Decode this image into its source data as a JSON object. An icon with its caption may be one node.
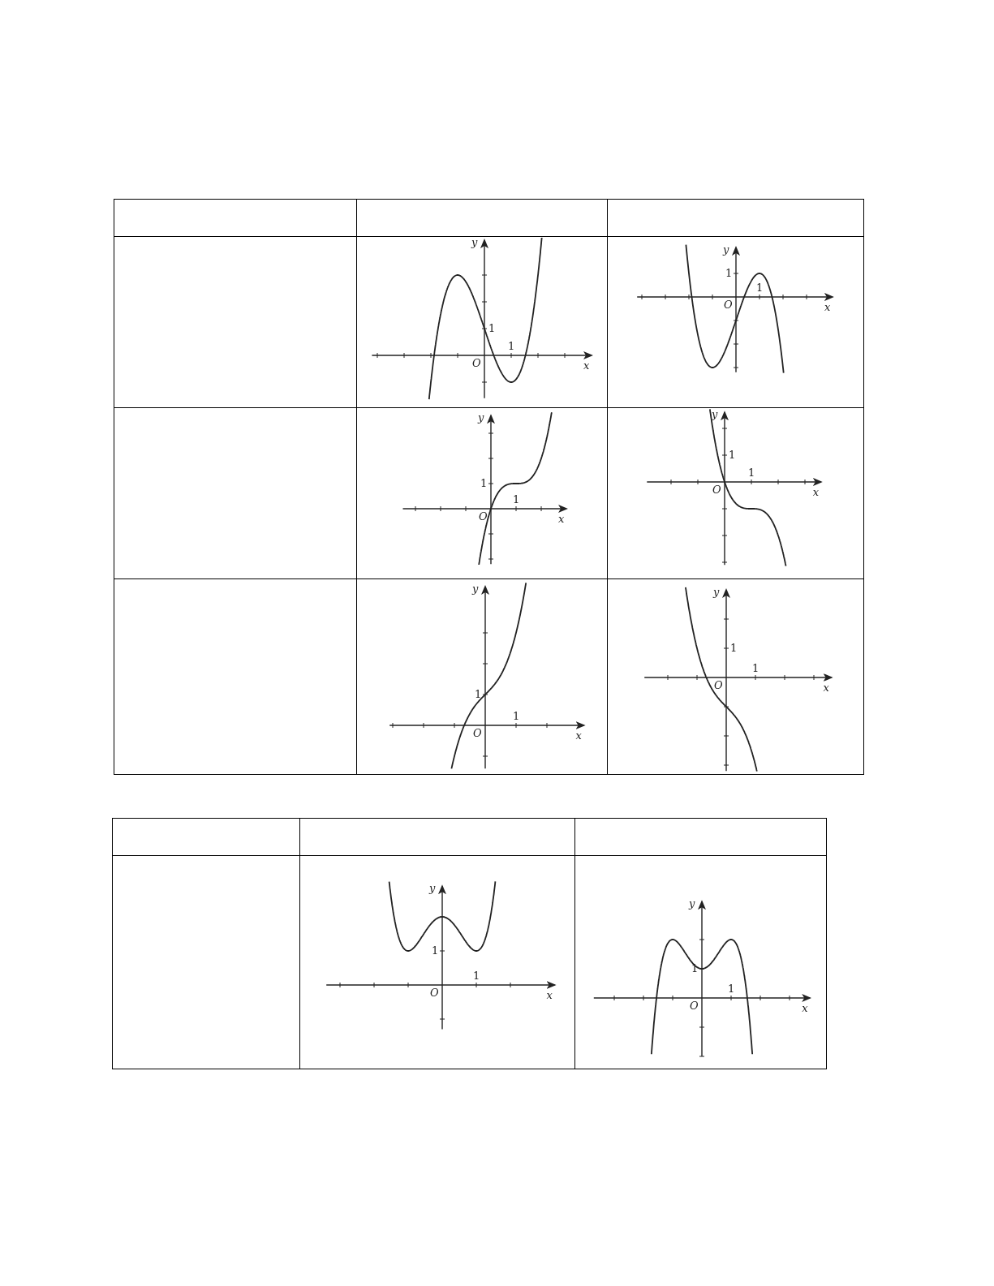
{
  "diagram": {
    "labels": [
      "y",
      "1",
      "1",
      "O",
      "x",
      "y",
      "1",
      "1",
      "O",
      "x",
      "y",
      "1",
      "1",
      "O",
      "x",
      "y",
      "1",
      "1",
      "O",
      "x",
      "y",
      "1",
      "1",
      "O",
      "x",
      "y",
      "1",
      "1",
      "O",
      "x",
      "y",
      "1",
      "1",
      "O",
      "x",
      "y",
      "1",
      "1",
      "O",
      "x"
    ]
  }
}
